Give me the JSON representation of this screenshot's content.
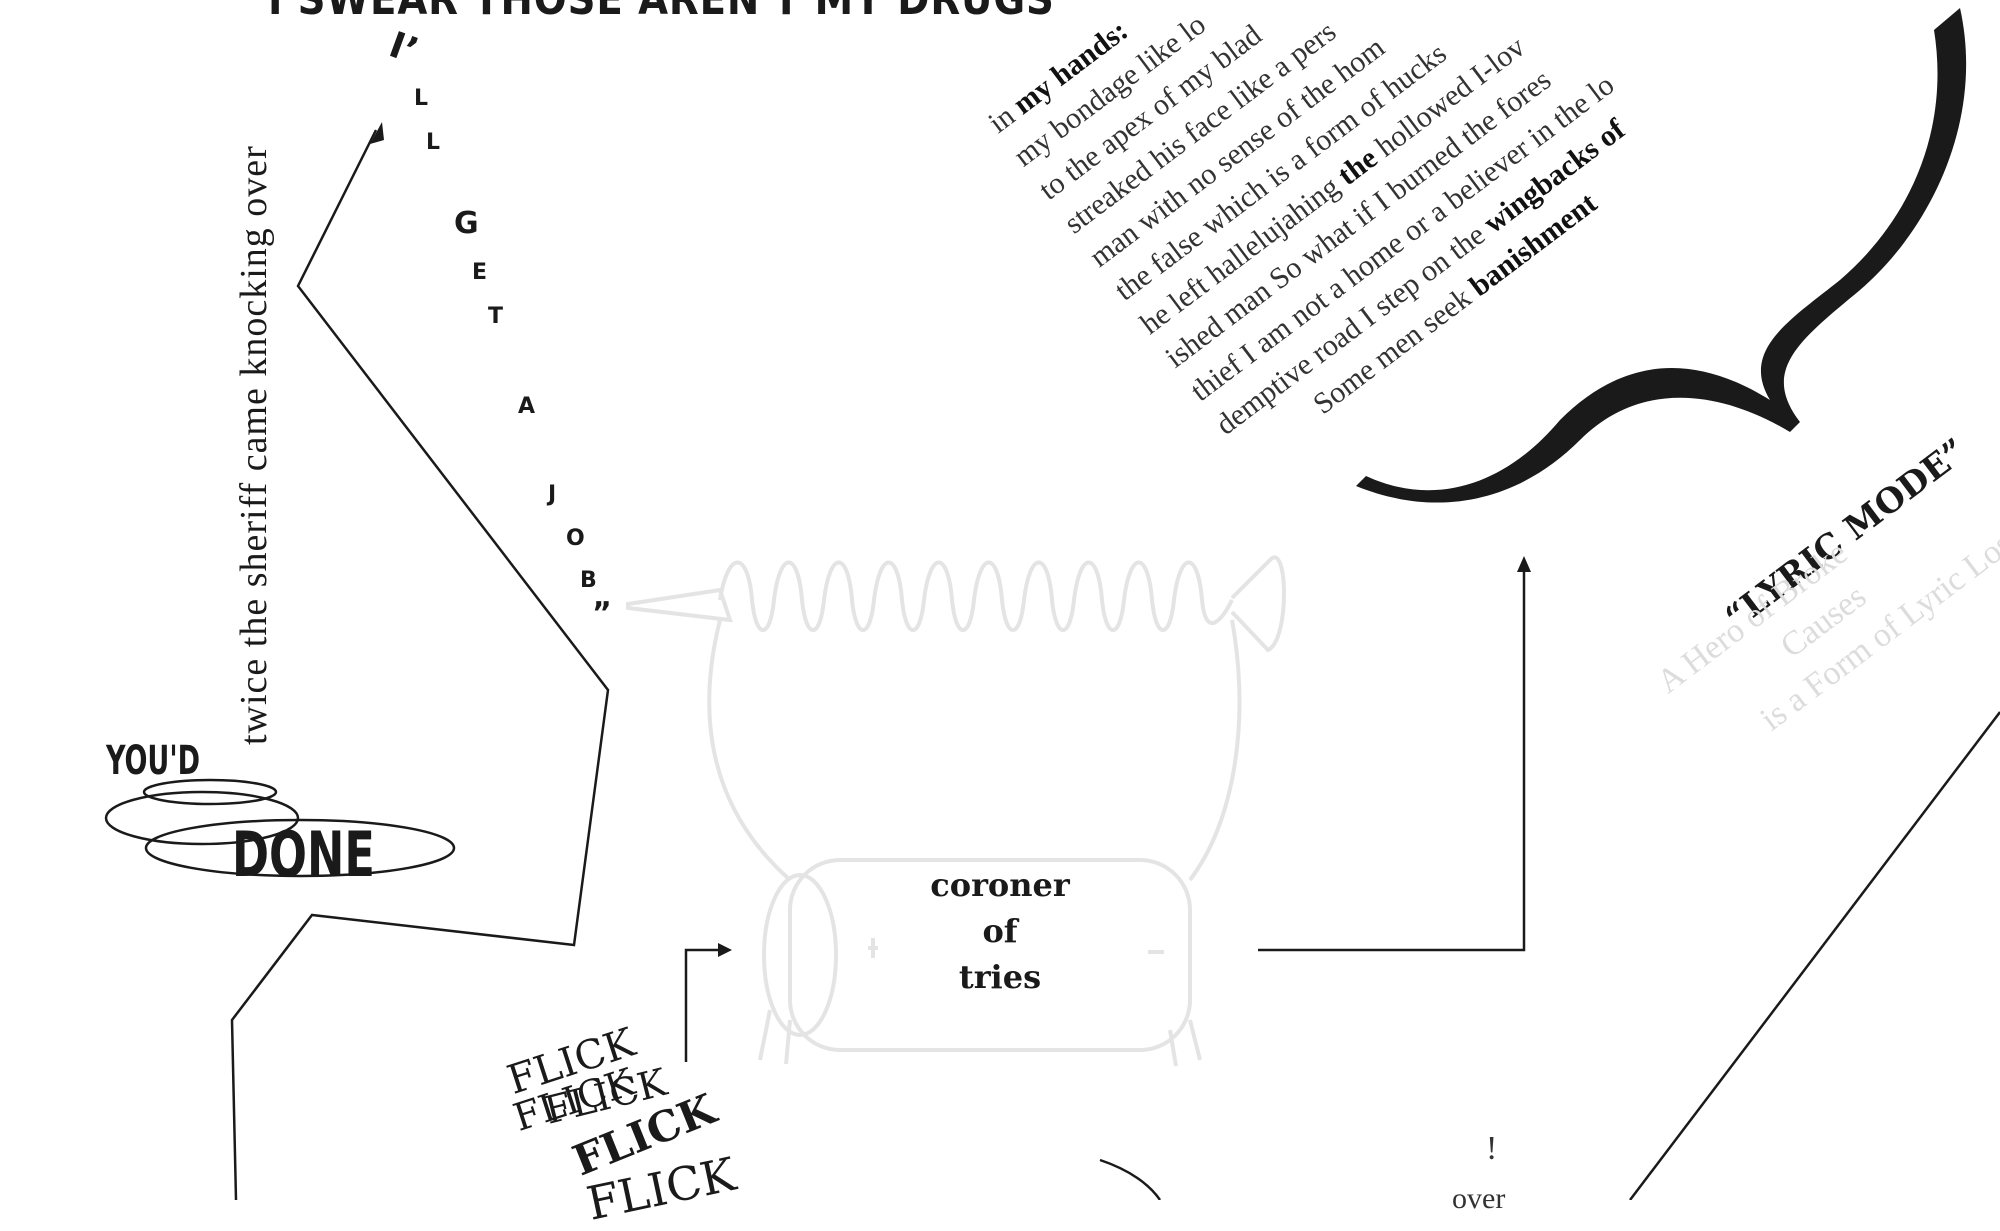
{
  "headline": "I SWEAR THOSE AREN'T MY DRUGS",
  "vertical_text": "twice the sheriff came knocking over",
  "job_letters": [
    "I’",
    "L",
    "L",
    "G",
    "E",
    "T",
    "A",
    "J",
    "O",
    "B",
    "”"
  ],
  "youd": "YOU'D",
  "done": "DONE",
  "coroner": [
    "coroner",
    "of",
    "tries"
  ],
  "flicks": [
    "FLICK",
    "FLICK",
    "FLICK",
    "FLICK",
    "FLICK"
  ],
  "poem": {
    "line1_a": "in ",
    "line1_b": "my hands:",
    "line2": "my bondage like lo",
    "line3": "to the apex of my blad",
    "line4": "streaked his face like a pers",
    "line5": "man with no sense of the hom",
    "line6": "the false which is a form of hucks",
    "line7_a": "he left hallelujahing ",
    "line7_b": "the",
    "line7_c": " hollowed I-lov",
    "line8": "ished man      So what if I burned the fores",
    "line9": "thief   I am not a home or a believer in the lo",
    "line10_a": "demptive road        I step on the ",
    "line10_b": "wingbacks of",
    "line11_a": "Some men seek ",
    "line11_b": "banishment"
  },
  "lyric_mode": "“LYRIC MODE”",
  "faded_title": [
    "A   Hero   of   Broke",
    "Causes",
    "is a Form of Lyric Lost"
  ],
  "exclamation": "!",
  "over": "over"
}
